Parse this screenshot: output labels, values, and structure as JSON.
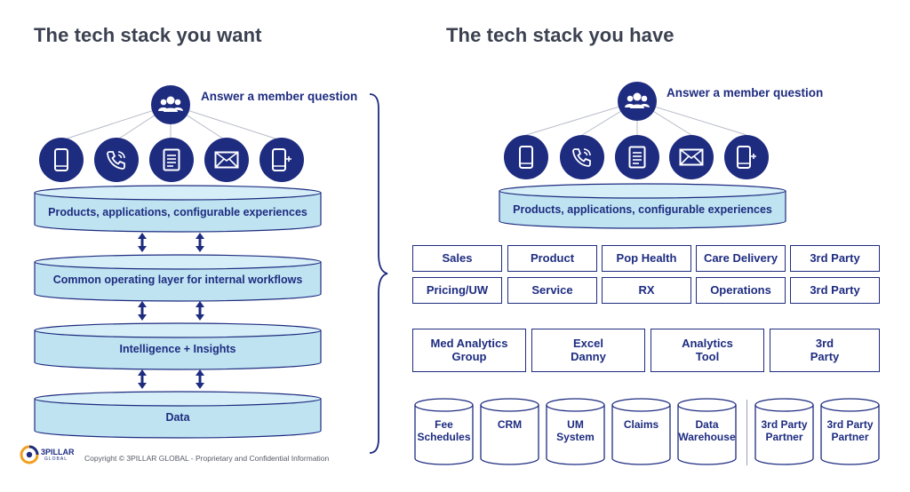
{
  "headings": {
    "want": "The tech stack you want",
    "have": "The tech stack you have"
  },
  "want_stack": {
    "question": "Answer a member question",
    "channels": [
      "mobile-icon",
      "phone-call-icon",
      "document-icon",
      "mail-icon",
      "mobile-plus-icon"
    ],
    "layers": [
      "Products, applications, configurable experiences",
      "Common operating layer for internal workflows",
      "Intelligence  + Insights",
      "Data"
    ]
  },
  "have_stack": {
    "question": "Answer a member question",
    "channels": [
      "mobile-icon",
      "phone-call-icon",
      "document-icon",
      "mail-icon",
      "mobile-plus-icon"
    ],
    "platform": "Products, applications, configurable experiences",
    "grid_row1": [
      "Sales",
      "Product",
      "Pop Health",
      "Care Delivery",
      "3rd Party"
    ],
    "grid_row2": [
      "Pricing/UW",
      "Service",
      "RX",
      "Operations",
      "3rd Party"
    ],
    "analytics": [
      [
        "Med Analytics",
        "Group"
      ],
      [
        "Excel",
        "Danny"
      ],
      [
        "Analytics",
        "Tool"
      ],
      [
        "3rd",
        "Party"
      ]
    ],
    "databases": [
      [
        "Fee",
        "Schedules"
      ],
      [
        "CRM"
      ],
      [
        "UM",
        "System"
      ],
      [
        "Claims"
      ],
      [
        "Data",
        "Warehouse"
      ]
    ],
    "partner_databases": [
      [
        "3rd Party",
        "Partner"
      ],
      [
        "3rd Party",
        "Partner"
      ]
    ]
  },
  "footer": {
    "logo_text": "3PILLAR",
    "logo_subtext": "GLOBAL",
    "copyright": "Copyright © 3PILLAR GLOBAL - Proprietary and Confidential Information"
  },
  "colors": {
    "navy": "#1e2c80",
    "layer_fill": "#bfe3f1",
    "layer_stroke": "#1e2c80",
    "heading": "#3b4150"
  }
}
